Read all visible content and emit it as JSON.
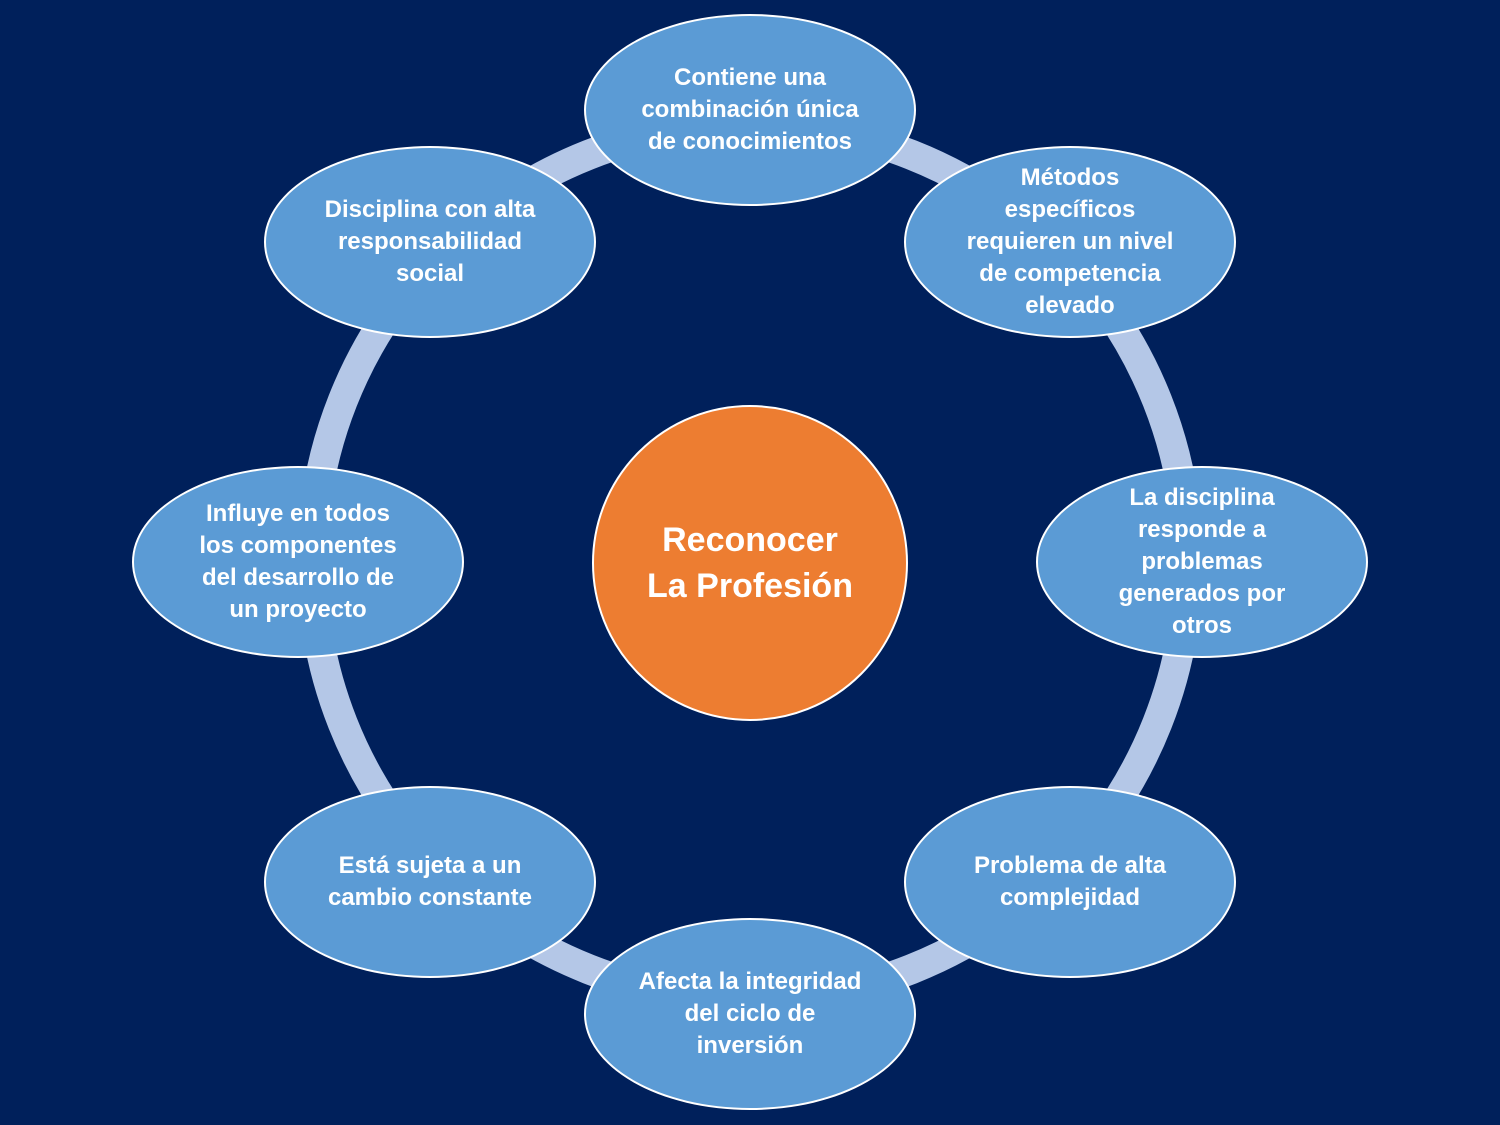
{
  "colors": {
    "background": "#00205b",
    "ring": "#b4c7e7",
    "outer_node_fill": "#5b9bd5",
    "center_node_fill": "#ed7d31",
    "node_border": "#ffffff",
    "text": "#ffffff"
  },
  "center": {
    "line1": "Reconocer",
    "line2": "La Profesión"
  },
  "nodes": [
    {
      "text": "Contiene una combinación única de conocimientos"
    },
    {
      "text": "Métodos específicos requieren un nivel de competencia elevado"
    },
    {
      "text": "La disciplina responde a problemas generados por otros"
    },
    {
      "text": "Problema de alta complejidad"
    },
    {
      "text": "Afecta la integridad del ciclo de inversión"
    },
    {
      "text": "Está sujeta a un cambio constante"
    },
    {
      "text": "Influye en todos los componentes del desarrollo de un proyecto"
    },
    {
      "text": "Disciplina con alta responsabilidad social"
    }
  ]
}
